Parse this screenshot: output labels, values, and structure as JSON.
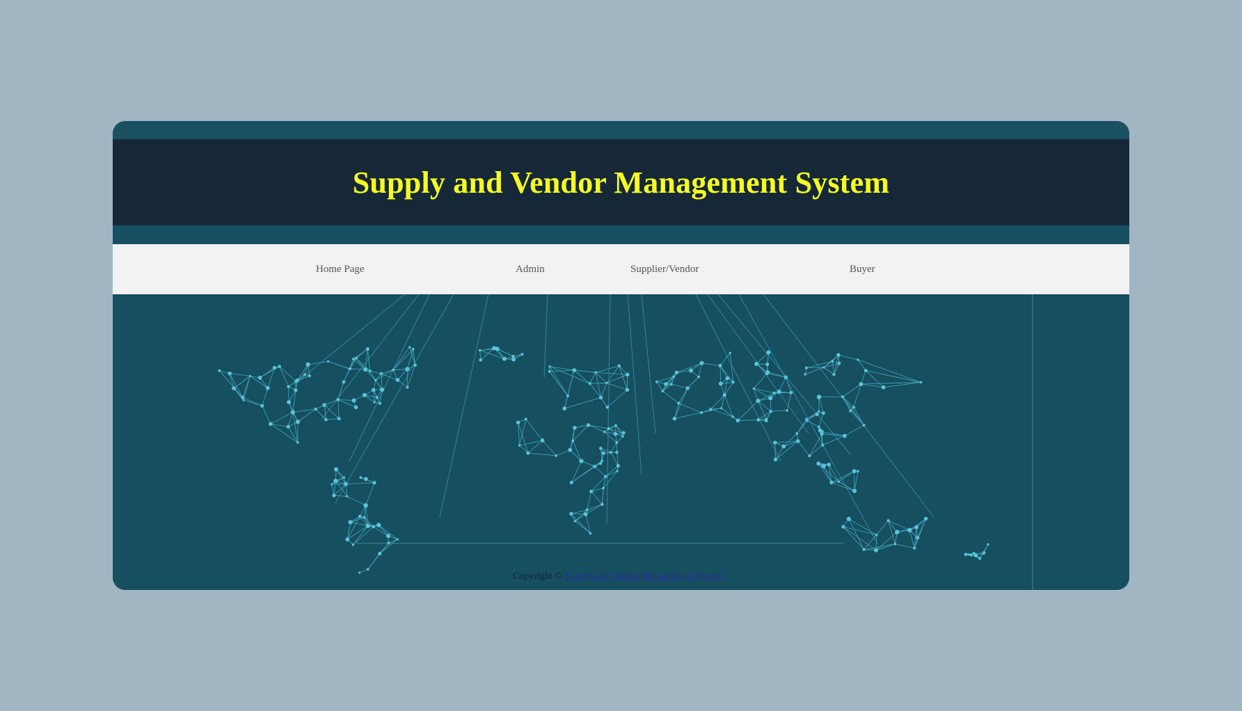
{
  "header": {
    "title": "Supply and Vendor Management System"
  },
  "nav": {
    "items": [
      {
        "label": "Home Page"
      },
      {
        "label": "Admin"
      },
      {
        "label": "Supplier/Vendor"
      },
      {
        "label": "Buyer"
      }
    ]
  },
  "footer": {
    "copyright_label": "Copyright ©",
    "link_text": "Supply and Vendor Management System"
  },
  "colors": {
    "page_background": "#a2b5c2",
    "header_background": "#162838",
    "title_color": "#f6ff1f",
    "nav_background": "#f2f2f2",
    "main_background": "#164f60",
    "network_color": "#4fb8d0"
  },
  "icons": {
    "background_image": "world-network-map"
  }
}
